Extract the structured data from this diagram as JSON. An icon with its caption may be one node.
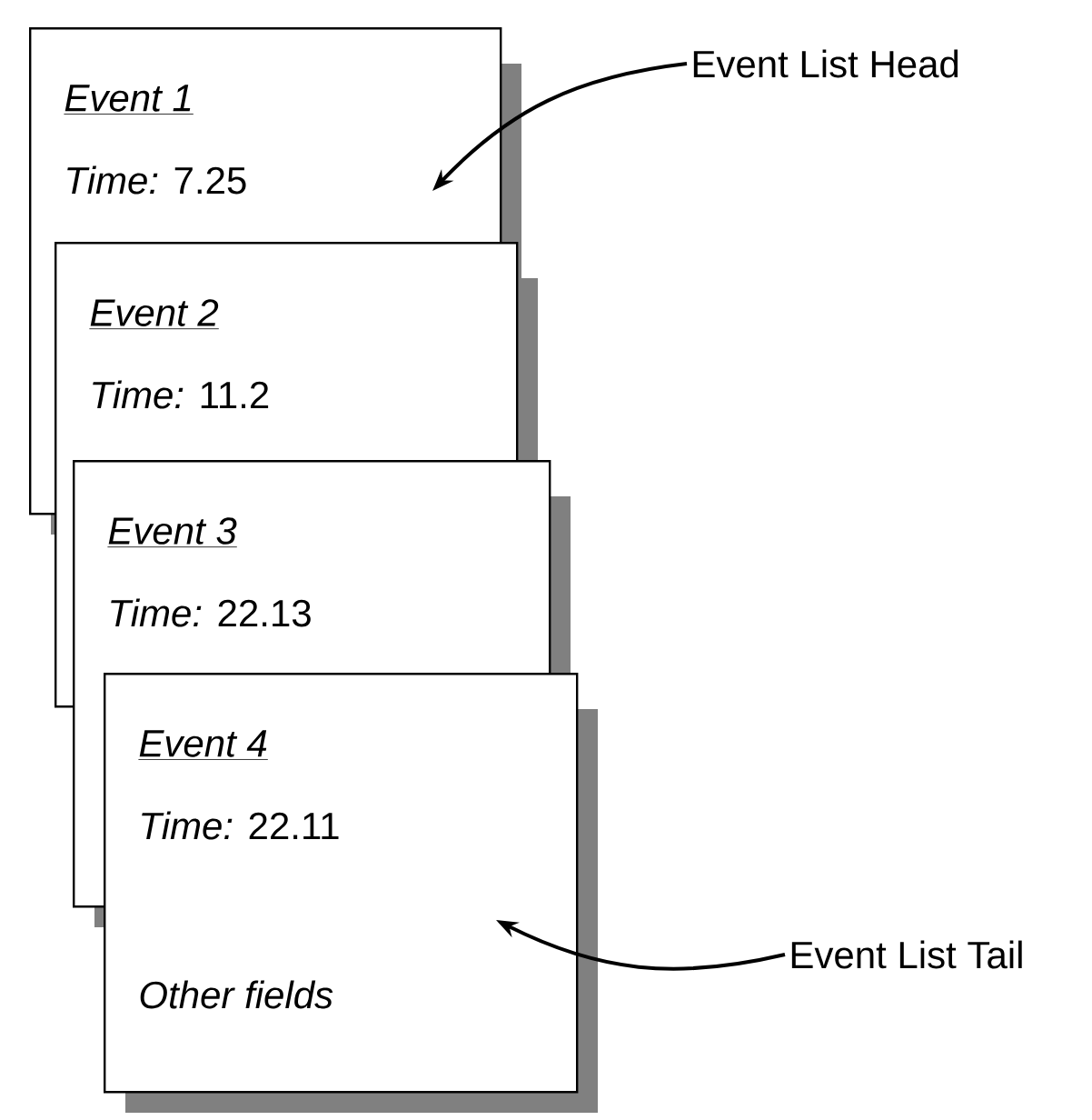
{
  "diagram": {
    "nodes": [
      {
        "text": [
          "Event 1",
          "*Time:* 7.25"
        ]
      },
      {
        "text": [
          "Event 2",
          "*Time:* 11.2"
        ]
      },
      {
        "text": [
          "Event 3",
          "*Time:* 22.13"
        ]
      },
      {
        "text": [
          "Event 4",
          "*Time:* 22.11",
          "Other fields"
        ]
      },
      {
        "text": [
          "Event List Head"
        ]
      },
      {
        "text": [
          "Event List Tail"
        ]
      }
    ],
    "edges": [
      {
        "from": 4,
        "to": 0,
        "arrow": "to"
      },
      {
        "from": 5,
        "to": 3,
        "arrow": "to"
      }
    ]
  }
}
